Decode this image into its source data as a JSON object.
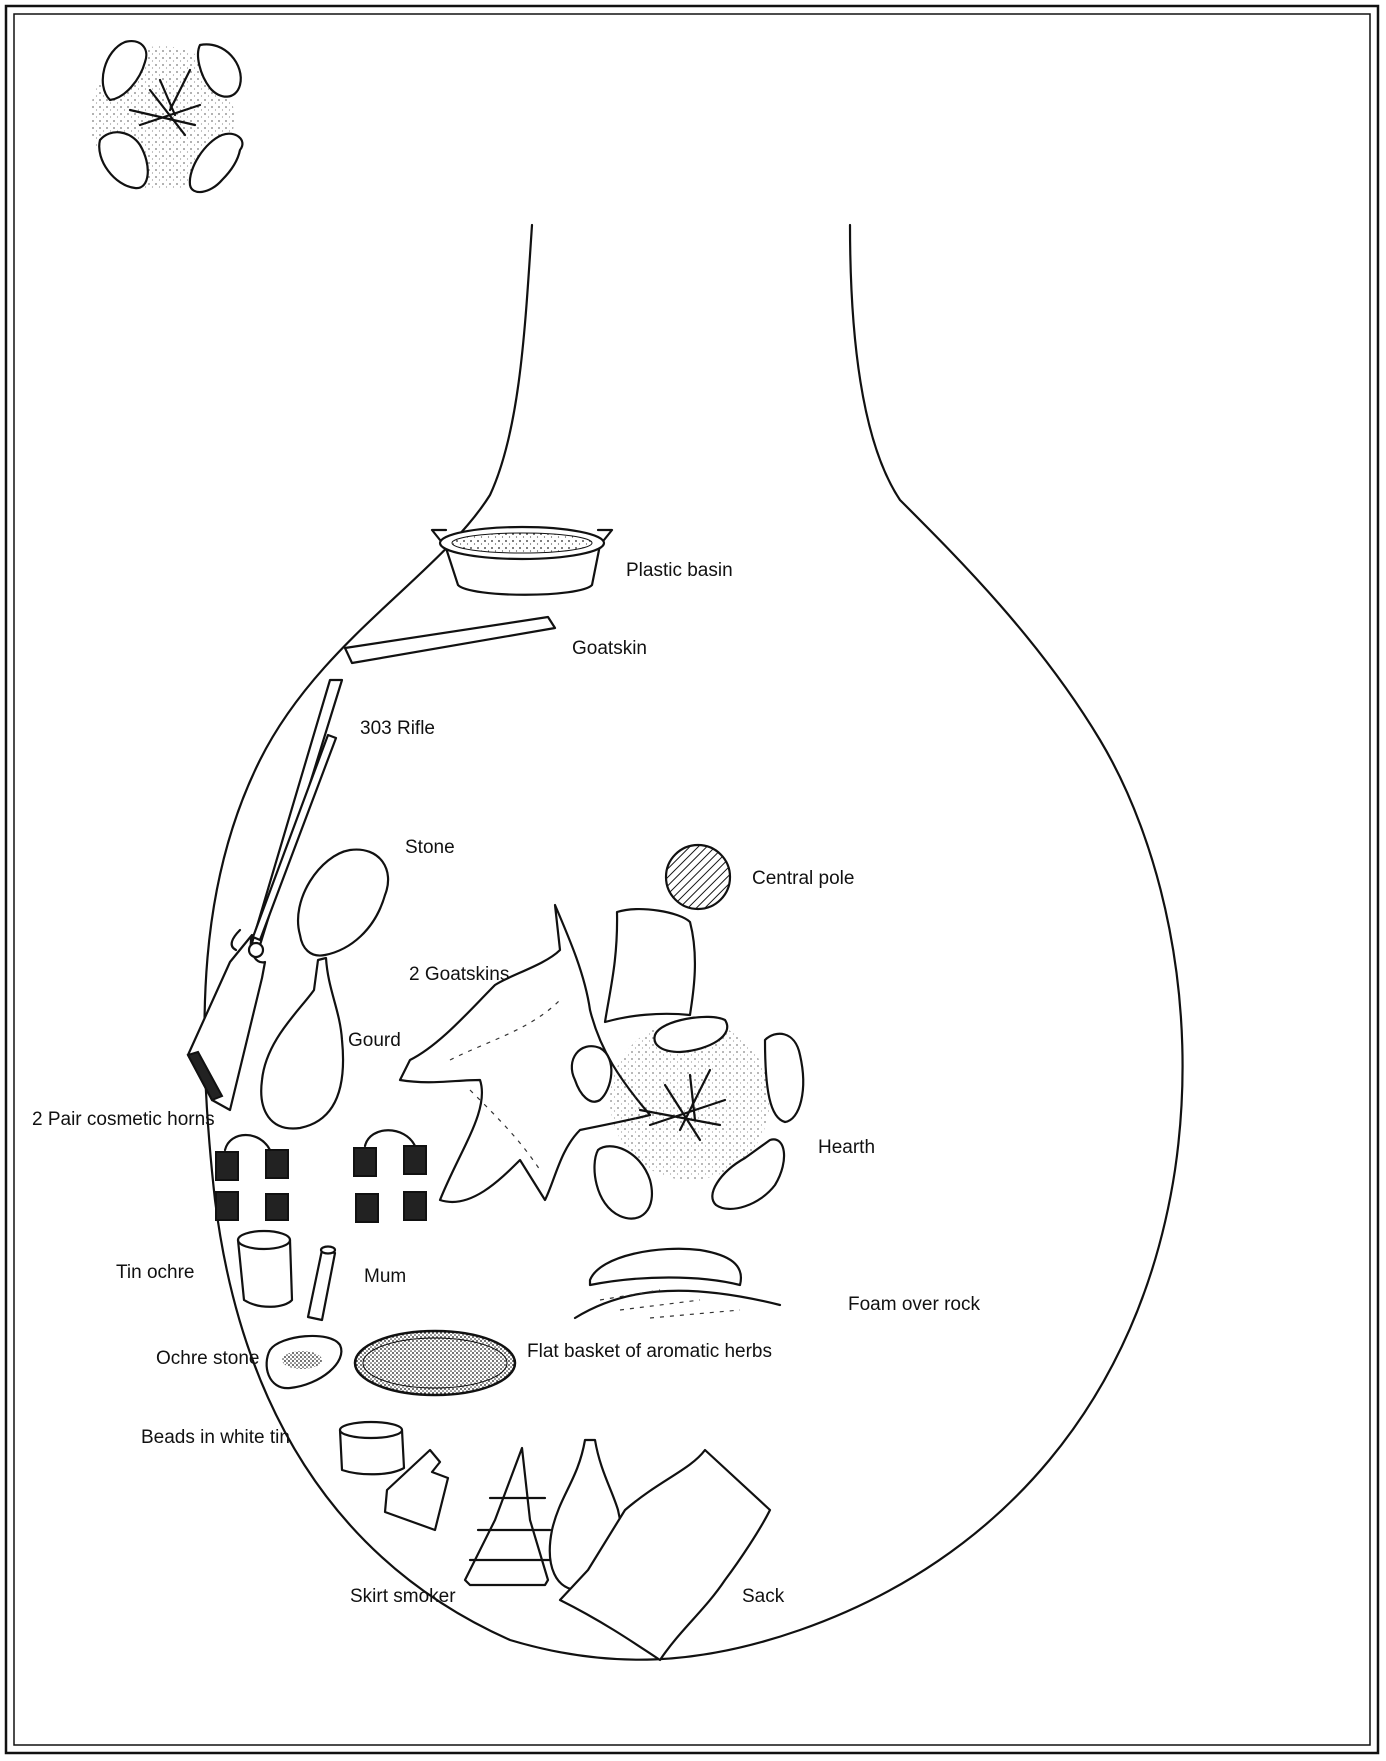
{
  "labels": {
    "plastic_basin": "Plastic basin",
    "goatskin": "Goatskin",
    "rifle": "303 Rifle",
    "stone": "Stone",
    "central_pole": "Central pole",
    "two_goatskins": "2 Goatskins",
    "gourd": "Gourd",
    "cosmetic_horns": "2 Pair cosmetic horns",
    "hearth": "Hearth",
    "tin_ochre": "Tin ochre",
    "mum": "Mum",
    "foam_over_rock": "Foam over rock",
    "ochre_stone": "Ochre stone",
    "flat_basket": "Flat basket of aromatic herbs",
    "beads": "Beads in white tin",
    "skirt_smoker": "Skirt smoker",
    "sack": "Sack"
  },
  "colors": {
    "ink": "#111111",
    "paper": "#ffffff"
  }
}
